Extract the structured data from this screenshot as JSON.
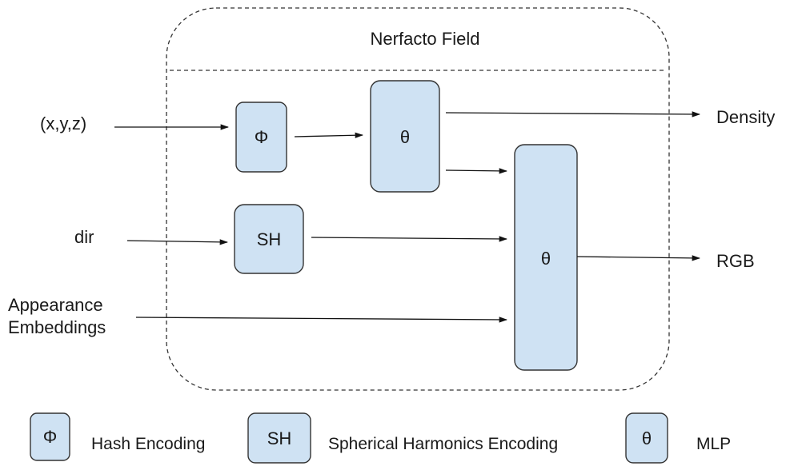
{
  "diagram": {
    "title": "Nerfacto Field",
    "inputs": {
      "position": "(x,y,z)",
      "direction": "dir",
      "appearance_line1": "Appearance",
      "appearance_line2": "Embeddings"
    },
    "outputs": {
      "density": "Density",
      "rgb": "RGB"
    },
    "blocks": {
      "hash": "Φ",
      "sh": "SH",
      "mlp_density": "θ",
      "mlp_color": "θ"
    },
    "box_fill": "#cfe2f3",
    "stroke_color": "#333333"
  },
  "legend": {
    "items": [
      {
        "symbol": "Φ",
        "label": "Hash Encoding"
      },
      {
        "symbol": "SH",
        "label": "Spherical Harmonics Encoding"
      },
      {
        "symbol": "θ",
        "label": "MLP"
      }
    ]
  }
}
